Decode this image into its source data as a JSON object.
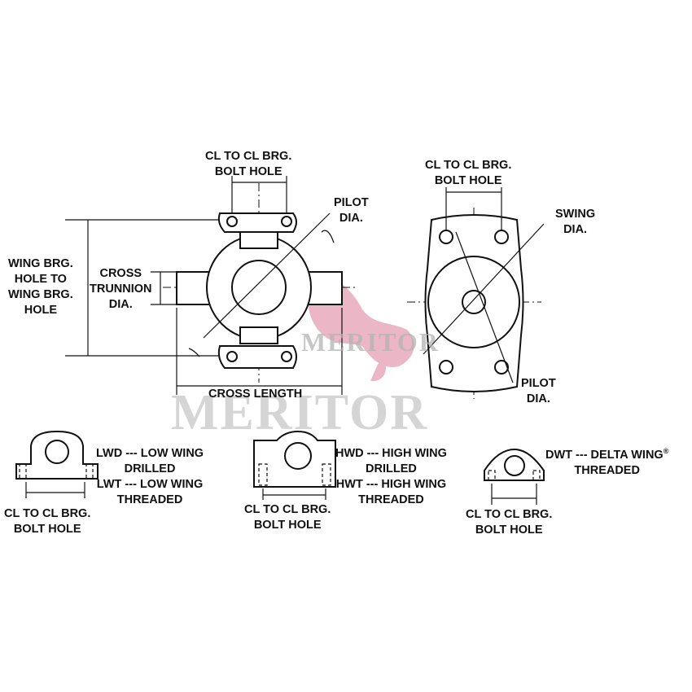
{
  "labels": {
    "cl_bolt_top_left": [
      "CL TO CL BRG.",
      "BOLT HOLE"
    ],
    "pilot_left": [
      "PILOT",
      "DIA."
    ],
    "wing_brg": [
      "WING BRG.",
      "HOLE TO",
      "WING BRG.",
      "HOLE"
    ],
    "cross_trunnion": [
      "CROSS",
      "TRUNNION",
      "DIA."
    ],
    "cross_length": "CROSS LENGTH",
    "cl_bolt_top_right": [
      "CL TO CL BRG.",
      "BOLT HOLE"
    ],
    "swing": [
      "SWING",
      "DIA."
    ],
    "pilot_right": [
      "PILOT",
      "DIA."
    ],
    "lwd": [
      "LWD --- LOW WING",
      "DRILLED",
      "LWT --- LOW WING",
      "THREADED"
    ],
    "hwd": [
      "HWD --- HIGH WING",
      "DRILLED",
      "HWT --- HIGH WING",
      "THREADED"
    ],
    "dwt": [
      "DWT --- DELTA WING",
      "THREADED"
    ],
    "dwt_mark": "®",
    "cl_bolt_bottom_1": [
      "CL TO CL BRG.",
      "BOLT HOLE"
    ],
    "cl_bolt_bottom_2": [
      "CL TO CL BRG.",
      "BOLT HOLE"
    ],
    "cl_bolt_bottom_3": [
      "CL TO CL BRG.",
      "BOLT HOLE"
    ]
  },
  "watermark": {
    "small_text": "MERITOR",
    "large_text": "MERITOR",
    "bull_color": "#e8aabb",
    "text_color": "#b3b3b3"
  }
}
